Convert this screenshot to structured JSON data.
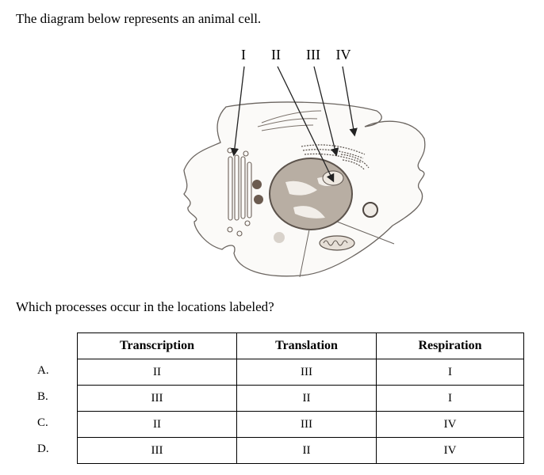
{
  "intro": "The diagram below represents an animal cell.",
  "diagram": {
    "labels": [
      "I",
      "II",
      "III",
      "IV"
    ]
  },
  "question": "Which processes occur in the locations labeled?",
  "table": {
    "headers": [
      "Transcription",
      "Translation",
      "Respiration"
    ],
    "rows": [
      {
        "label": "A.",
        "cells": [
          "II",
          "III",
          "I"
        ]
      },
      {
        "label": "B.",
        "cells": [
          "III",
          "II",
          "I"
        ]
      },
      {
        "label": "C.",
        "cells": [
          "II",
          "III",
          "IV"
        ]
      },
      {
        "label": "D.",
        "cells": [
          "III",
          "II",
          "IV"
        ]
      }
    ]
  }
}
